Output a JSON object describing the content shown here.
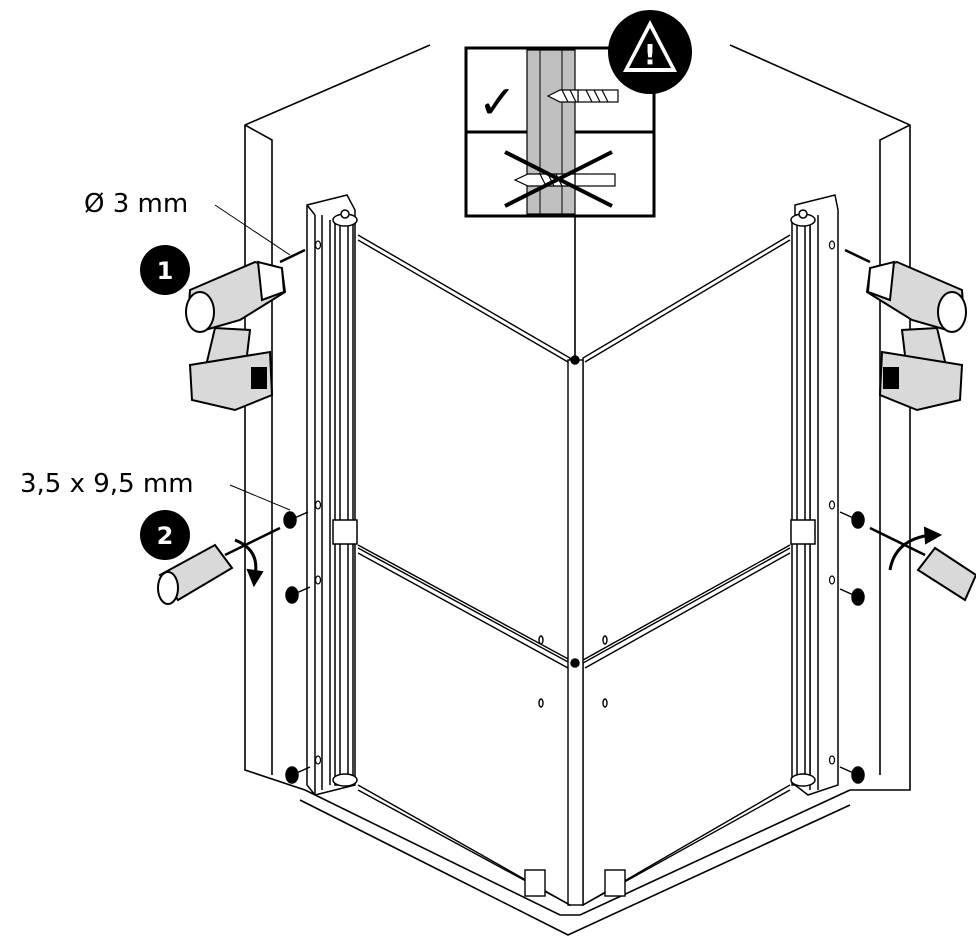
{
  "labels": {
    "drill_bit_size": "Ø 3 mm",
    "screw_size": "3,5 x 9,5 mm"
  },
  "steps": [
    {
      "number": "1",
      "tool": "drill-icon"
    },
    {
      "number": "2",
      "tool": "screwdriver-icon"
    }
  ],
  "warning": {
    "symbol": "!",
    "correct_mark": "✓",
    "wrong_mark": "✗"
  },
  "colors": {
    "ink": "#000000",
    "paper": "#ffffff",
    "profile_gray": "#c0c0c0",
    "tool_gray": "#d9d9d9"
  }
}
